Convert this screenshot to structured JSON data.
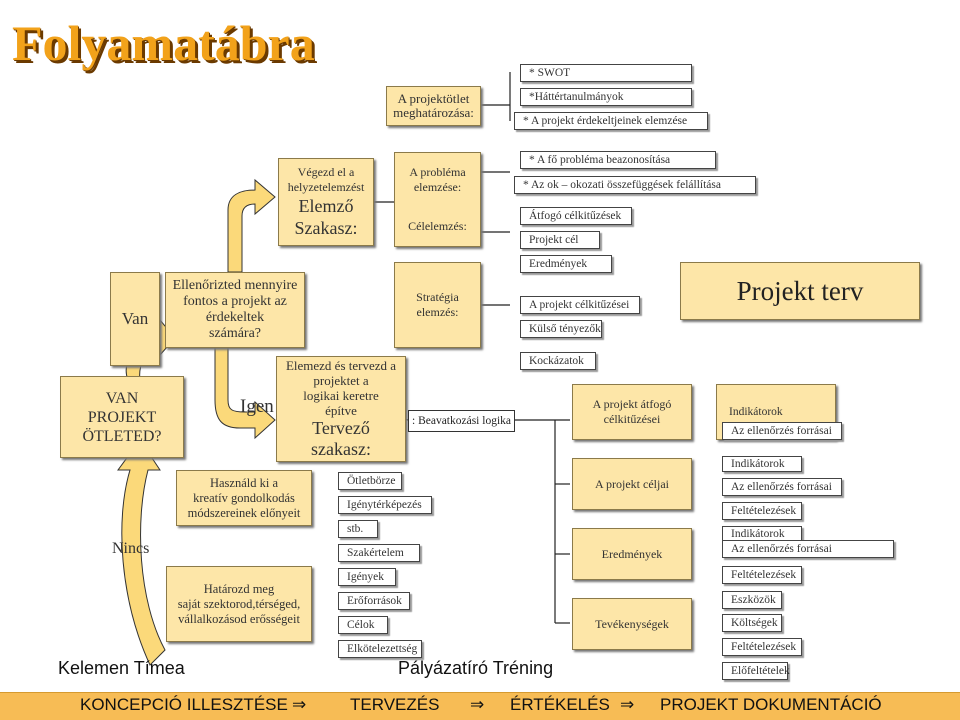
{
  "title": "Folyamatábra",
  "top_stage": {
    "label": "A projektötlet meghatározása:"
  },
  "srv_list": [
    "* SWOT",
    "*Háttértanulmányok",
    "* A projekt érdekeltjeinek elemzése"
  ],
  "problem": {
    "label": "A probléma elemzése:"
  },
  "goal": {
    "label": "Célelemzés:"
  },
  "strategy": {
    "label": "Stratégia elemzés:"
  },
  "analysis_items": [
    "* A fő probléma beazonosítása",
    "* Az ok – okozati összefüggések felállítása",
    "Átfogó célkitűzések",
    "Projekt cél",
    "Eredmények",
    "A projekt célkitűzései",
    "Külső tényezők",
    "Kockázatok"
  ],
  "projekt_terv": "Projekt terv",
  "vegezd": {
    "line1": "Végezd el a",
    "line2": "helyzetelemzést",
    "line3": "Elemző",
    "line4": "Szakasz:"
  },
  "ellenorizted": {
    "line1": "Ellenőrizted mennyire",
    "line2": "fontos a projekt az",
    "line3": "érdekeltek",
    "line4": "számára?"
  },
  "van": "Van",
  "van_projekt": {
    "line1": "VAN",
    "line2": "PROJEKT",
    "line3": "ÖTLETED?"
  },
  "igen": "Igen",
  "nincs": "Nincs",
  "elemezd": {
    "line1": "Elemezd és tervezd a",
    "line2": "projektet a",
    "line3": "logikai keretre",
    "line4": "építve",
    "line5": "Tervező",
    "line6": "szakasz:"
  },
  "beavatkozasi": ": Beavatkozási logika",
  "hasznald": {
    "line1": "Használd ki a",
    "line2": "kreatív gondolkodás",
    "line3": "módszereinek előnyeit"
  },
  "hatarozd": {
    "line1": "Határozd meg",
    "line2": "saját szektorod,térséged,",
    "line3": "vállalkozásod erősségeit"
  },
  "creative_list": [
    "Ötletbörze",
    "Igénytérképezés",
    "stb.",
    "Szakértelem",
    "Igények",
    "Erőforrások",
    "Célok",
    "Elkötelezettség"
  ],
  "logframe_col": [
    "A projekt átfogó célkitűzései",
    "A projekt céljai",
    "Eredmények",
    "Tevékenységek"
  ],
  "indicators": [
    "Indikátorok",
    "Az ellenőrzés forrásai",
    "Indikátorok",
    "Az ellenőrzés forrásai",
    "Feltételezések",
    "Indikátorok",
    "Az ellenőrzés forrásai",
    "Feltételezések",
    "Eszközök",
    "Költségek",
    "Feltételezések",
    "Előfeltételek"
  ],
  "author": "Kelemen Tímea",
  "org": "Pályázatíró Tréning",
  "footer": [
    "KONCEPCIÓ ILLESZTÉSE",
    "⇒",
    "TERVEZÉS",
    "⇒",
    "ÉRTÉKELÉS",
    "⇒",
    "PROJEKT DOKUMENTÁCIÓ"
  ],
  "colors": {
    "box_fill": "#fde6a8",
    "title": "#f2a21a",
    "footer": "#f7bc55",
    "arrow_fill": "#fbd97a"
  }
}
